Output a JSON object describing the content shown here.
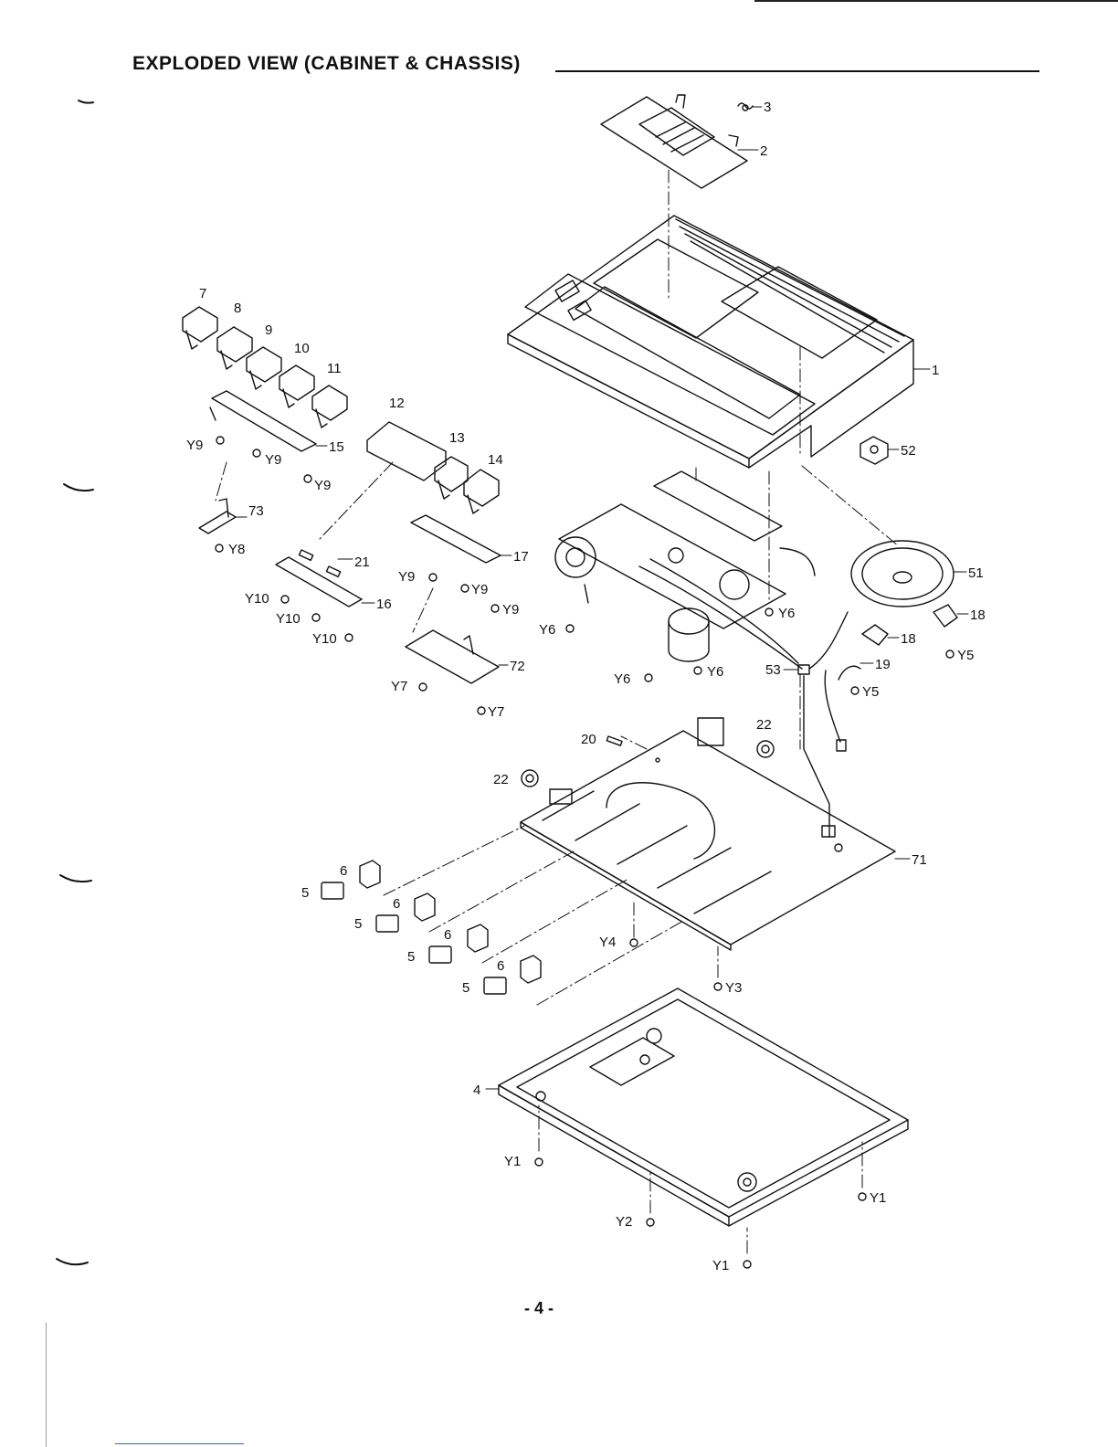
{
  "page_title": "EXPLODED  VIEW  (CABINET & CHASSIS)",
  "page_number": "- 4 -",
  "callouts": {
    "c1": "1",
    "c2": "2",
    "c3": "3",
    "c4": "4",
    "c5a": "5",
    "c5b": "5",
    "c5c": "5",
    "c5d": "5",
    "c6a": "6",
    "c6b": "6",
    "c6c": "6",
    "c6d": "6",
    "c7": "7",
    "c8": "8",
    "c9": "9",
    "c10": "10",
    "c11": "11",
    "c12": "12",
    "c13": "13",
    "c14": "14",
    "c15": "15",
    "c16": "16",
    "c17": "17",
    "c18a": "18",
    "c18b": "18",
    "c19": "19",
    "c20": "20",
    "c21": "21",
    "c22a": "22",
    "c22b": "22",
    "c51": "51",
    "c52": "52",
    "c53": "53",
    "c71": "71",
    "c72": "72",
    "c73": "73",
    "y1a": "Y1",
    "y1b": "Y1",
    "y1c": "Y1",
    "y2": "Y2",
    "y3": "Y3",
    "y4": "Y4",
    "y5a": "Y5",
    "y5b": "Y5",
    "y6a": "Y6",
    "y6b": "Y6",
    "y6c": "Y6",
    "y6d": "Y6",
    "y7a": "Y7",
    "y7b": "Y7",
    "y8": "Y8",
    "y9a": "Y9",
    "y9b": "Y9",
    "y9c": "Y9",
    "y9d": "Y9",
    "y9e": "Y9",
    "y9f": "Y9",
    "y10a": "Y10",
    "y10b": "Y10",
    "y10c": "Y10"
  }
}
